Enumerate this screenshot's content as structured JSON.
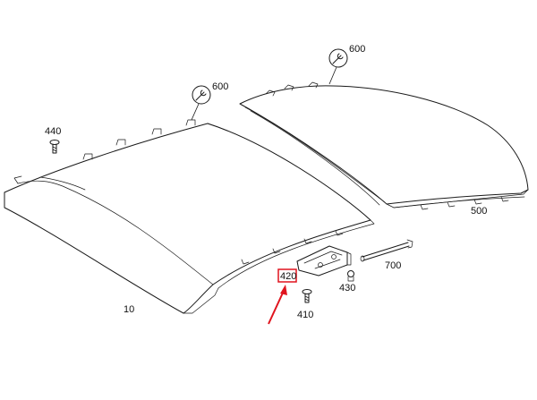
{
  "diagram": {
    "callouts": {
      "roof_front": "10",
      "roof_rear": "500",
      "service_left": "600",
      "service_right": "600",
      "screw_top": "440",
      "bracket": "420",
      "screw_bottom": "410",
      "bolt": "430",
      "rod": "700"
    },
    "highlight_color": "#e0141e",
    "line_color": "#1a1a1a",
    "icons": [
      "wrench-icon",
      "wrench-icon"
    ]
  }
}
